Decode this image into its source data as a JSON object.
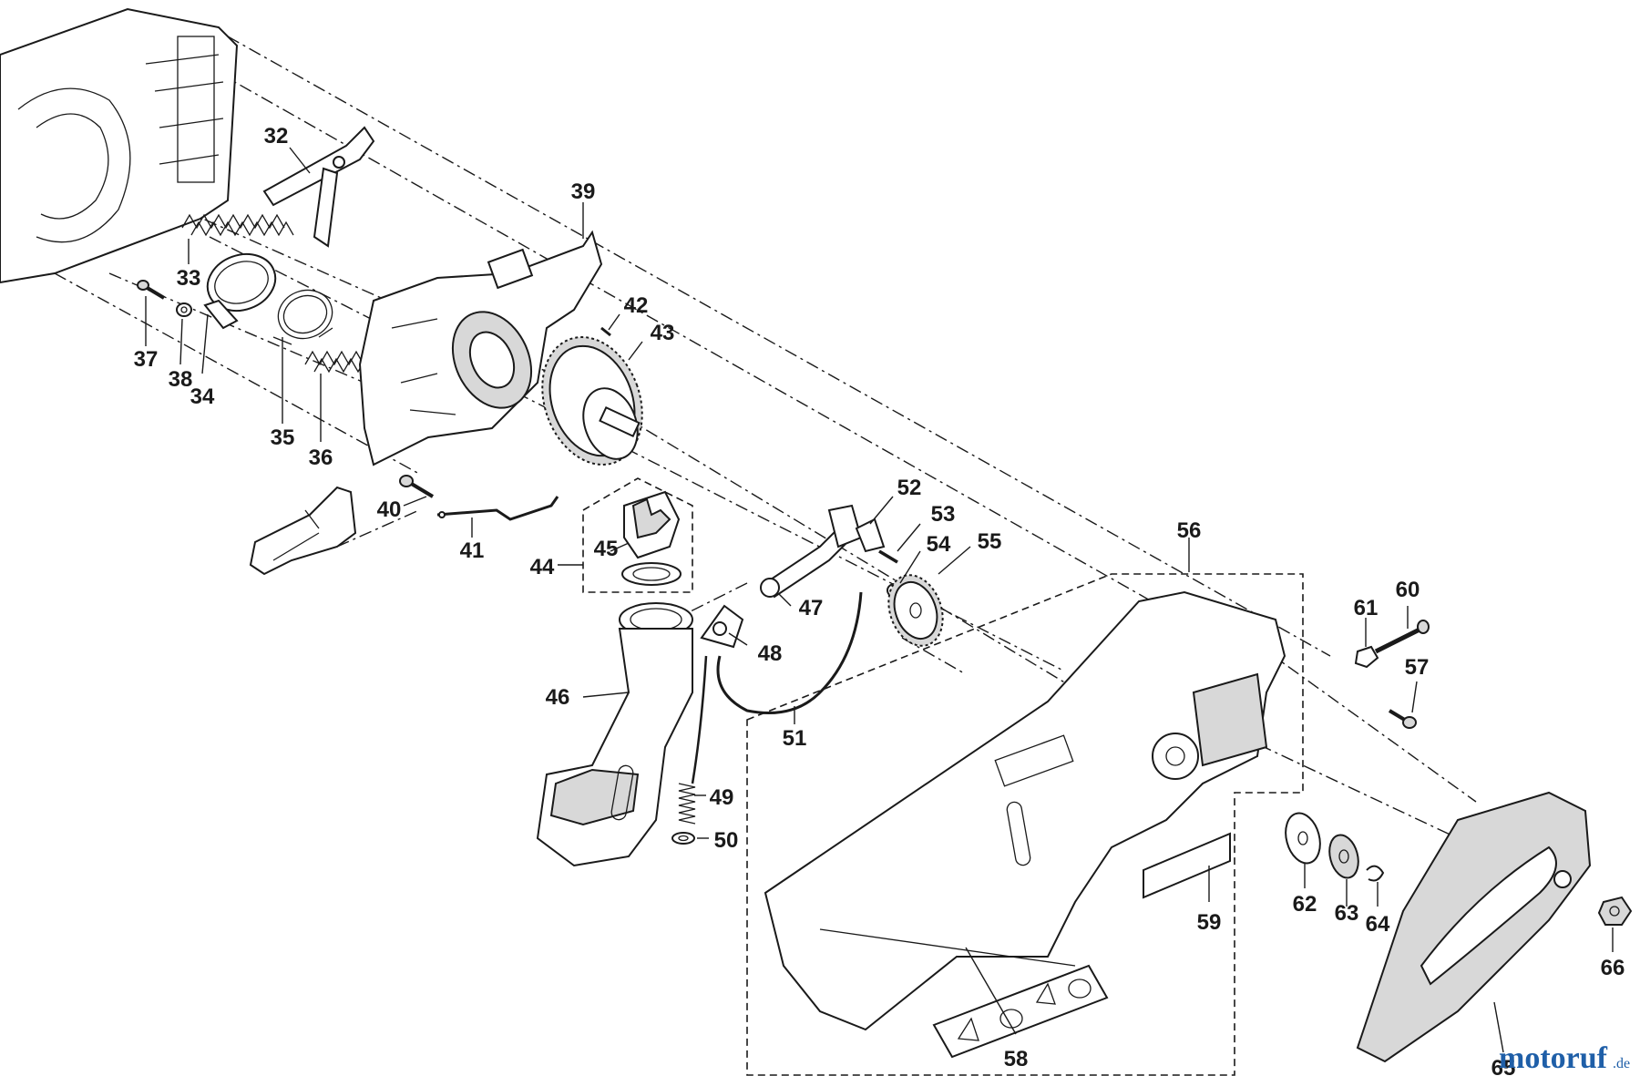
{
  "diagram": {
    "callouts": [
      "32",
      "33",
      "34",
      "35",
      "36",
      "37",
      "38",
      "39",
      "40",
      "41",
      "42",
      "43",
      "44",
      "45",
      "46",
      "47",
      "48",
      "49",
      "50",
      "51",
      "52",
      "53",
      "54",
      "55",
      "56",
      "57",
      "58",
      "59",
      "60",
      "61",
      "62",
      "63",
      "64",
      "65",
      "66"
    ]
  },
  "watermark": {
    "name": "motoruf",
    "tld": ".de"
  }
}
